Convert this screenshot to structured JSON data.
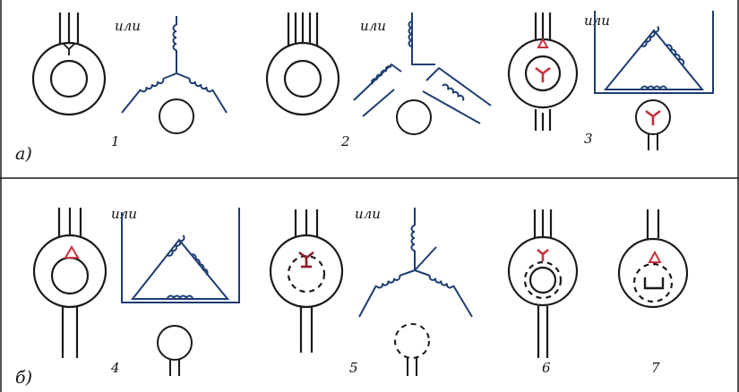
{
  "or_word": "или",
  "rows": [
    {
      "label": "а)"
    },
    {
      "label": "б)"
    }
  ],
  "symbols": [
    {
      "number": "1",
      "winding_mark": "Y"
    },
    {
      "number": "2",
      "winding_mark": ""
    },
    {
      "number": "3",
      "winding_mark": "Δ over Y"
    },
    {
      "number": "4",
      "winding_mark": "Δ"
    },
    {
      "number": "5",
      "winding_mark": "Y (grounded neutral)"
    },
    {
      "number": "6",
      "winding_mark": "Y"
    },
    {
      "number": "7",
      "winding_mark": "Δ"
    }
  ],
  "colors": {
    "outline": "#1a1a1a",
    "winding": "#1d3d73",
    "mark": "#c9303c"
  }
}
